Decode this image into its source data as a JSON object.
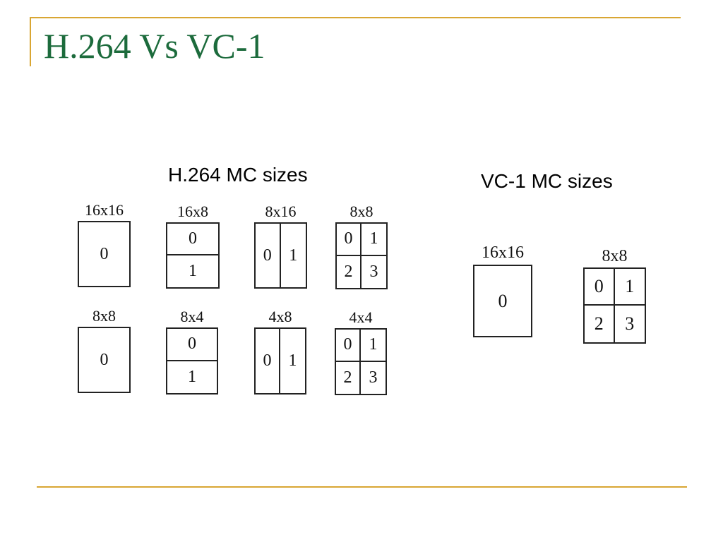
{
  "slide": {
    "title": "H.264 Vs VC-1"
  },
  "h264": {
    "heading": "H.264 MC sizes",
    "partitions": [
      {
        "label": "16x16",
        "cells": [
          "0"
        ]
      },
      {
        "label": "16x8",
        "cells": [
          "0",
          "1"
        ]
      },
      {
        "label": "8x16",
        "cells": [
          "0",
          "1"
        ]
      },
      {
        "label": "8x8",
        "cells": [
          "0",
          "1",
          "2",
          "3"
        ]
      },
      {
        "label": "8x8",
        "cells": [
          "0"
        ]
      },
      {
        "label": "8x4",
        "cells": [
          "0",
          "1"
        ]
      },
      {
        "label": "4x8",
        "cells": [
          "0",
          "1"
        ]
      },
      {
        "label": "4x4",
        "cells": [
          "0",
          "1",
          "2",
          "3"
        ]
      }
    ]
  },
  "vc1": {
    "heading": "VC-1 MC sizes",
    "partitions": [
      {
        "label": "16x16",
        "cells": [
          "0"
        ]
      },
      {
        "label": "8x8",
        "cells": [
          "0",
          "1",
          "2",
          "3"
        ]
      }
    ]
  }
}
